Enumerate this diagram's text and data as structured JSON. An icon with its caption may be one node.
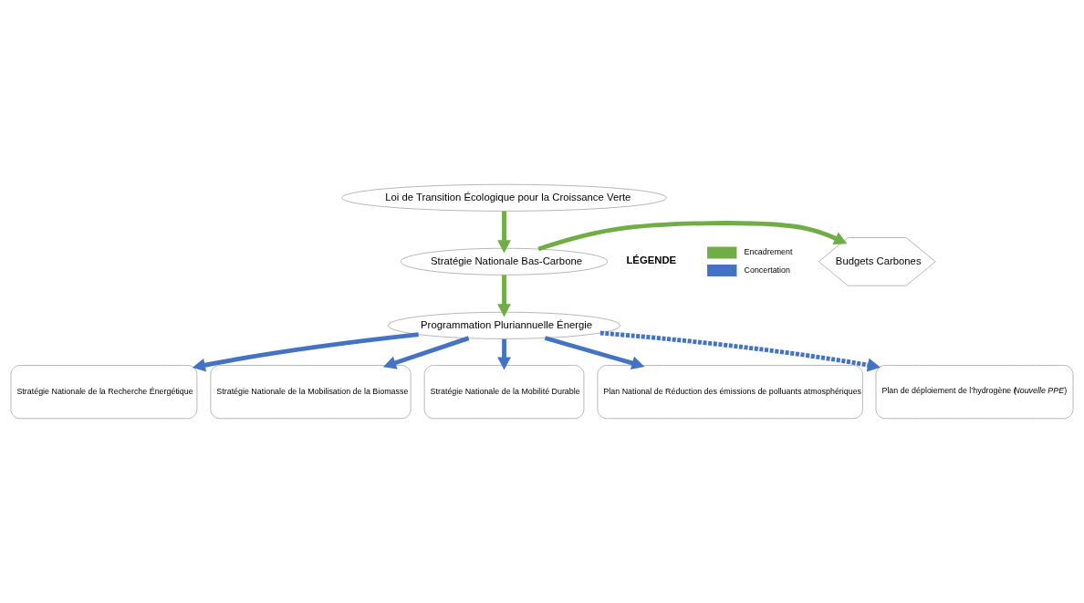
{
  "diagram": {
    "nodes": [
      {
        "text": [
          "Loi de Transition Écologique pour la Croissance Verte"
        ]
      },
      {
        "text": [
          "Stratégie Nationale Bas-Carbone"
        ]
      },
      {
        "text": [
          "Budgets Carbones"
        ]
      },
      {
        "text": [
          "Programmation Pluriannuelle Énergie"
        ]
      },
      {
        "text": [
          "Stratégie Nationale de la Recherche Énergétique"
        ]
      },
      {
        "text": [
          "Stratégie Nationale de la Mobilisation de la Biomasse"
        ]
      },
      {
        "text": [
          "Stratégie Nationale de la Mobilité Durable"
        ]
      },
      {
        "text": [
          "Plan National de Réduction des émissions de polluants atmosphériques"
        ]
      },
      {
        "text": [
          "Plan de déploiement de l’hydrogène (*Nouvelle PPE*)"
        ]
      }
    ],
    "edges": [
      {
        "from": 0,
        "to": 1,
        "arrow": "to",
        "color": "#70ad47"
      },
      {
        "from": 1,
        "to": 2,
        "arrow": "to",
        "color": "#70ad47"
      },
      {
        "from": 1,
        "to": 3,
        "arrow": "to",
        "color": "#70ad47"
      },
      {
        "from": 3,
        "to": 4,
        "arrow": "to",
        "color": "#4472c4"
      },
      {
        "from": 3,
        "to": 5,
        "arrow": "to",
        "color": "#4472c4"
      },
      {
        "from": 3,
        "to": 6,
        "arrow": "to",
        "color": "#4472c4"
      },
      {
        "from": 3,
        "to": 7,
        "arrow": "to",
        "color": "#4472c4"
      },
      {
        "from": 3,
        "to": 8,
        "arrow": "to",
        "color": "#4472c4",
        "style": "dashed"
      }
    ],
    "labels": [
      "LÉGENDE"
    ],
    "legend": [
      {
        "text": "Encadrement",
        "color": "#70ad47"
      },
      {
        "text": "Concertation",
        "color": "#4472c4"
      }
    ]
  }
}
